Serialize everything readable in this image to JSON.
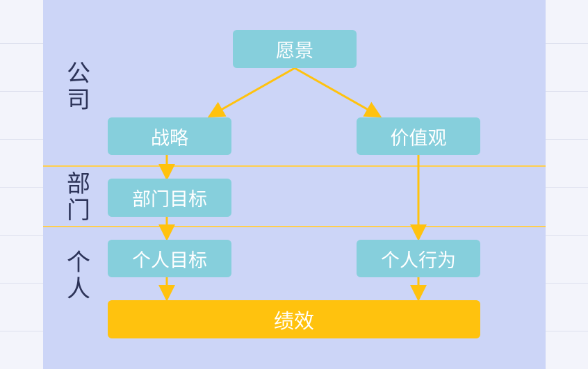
{
  "diagram": {
    "levels": {
      "company": "公司",
      "department": "部门",
      "individual": "个人"
    },
    "nodes": {
      "vision": "愿景",
      "strategy": "战略",
      "values": "价值观",
      "department_goals": "部门目标",
      "personal_goals": "个人目标",
      "personal_behavior": "个人行为",
      "performance": "绩效"
    },
    "colors": {
      "panel": "#ccd5f7",
      "node": "#86cfdc",
      "performance": "#ffc20e",
      "arrow": "#ffc20e",
      "divider": "#ffcf4d"
    }
  }
}
